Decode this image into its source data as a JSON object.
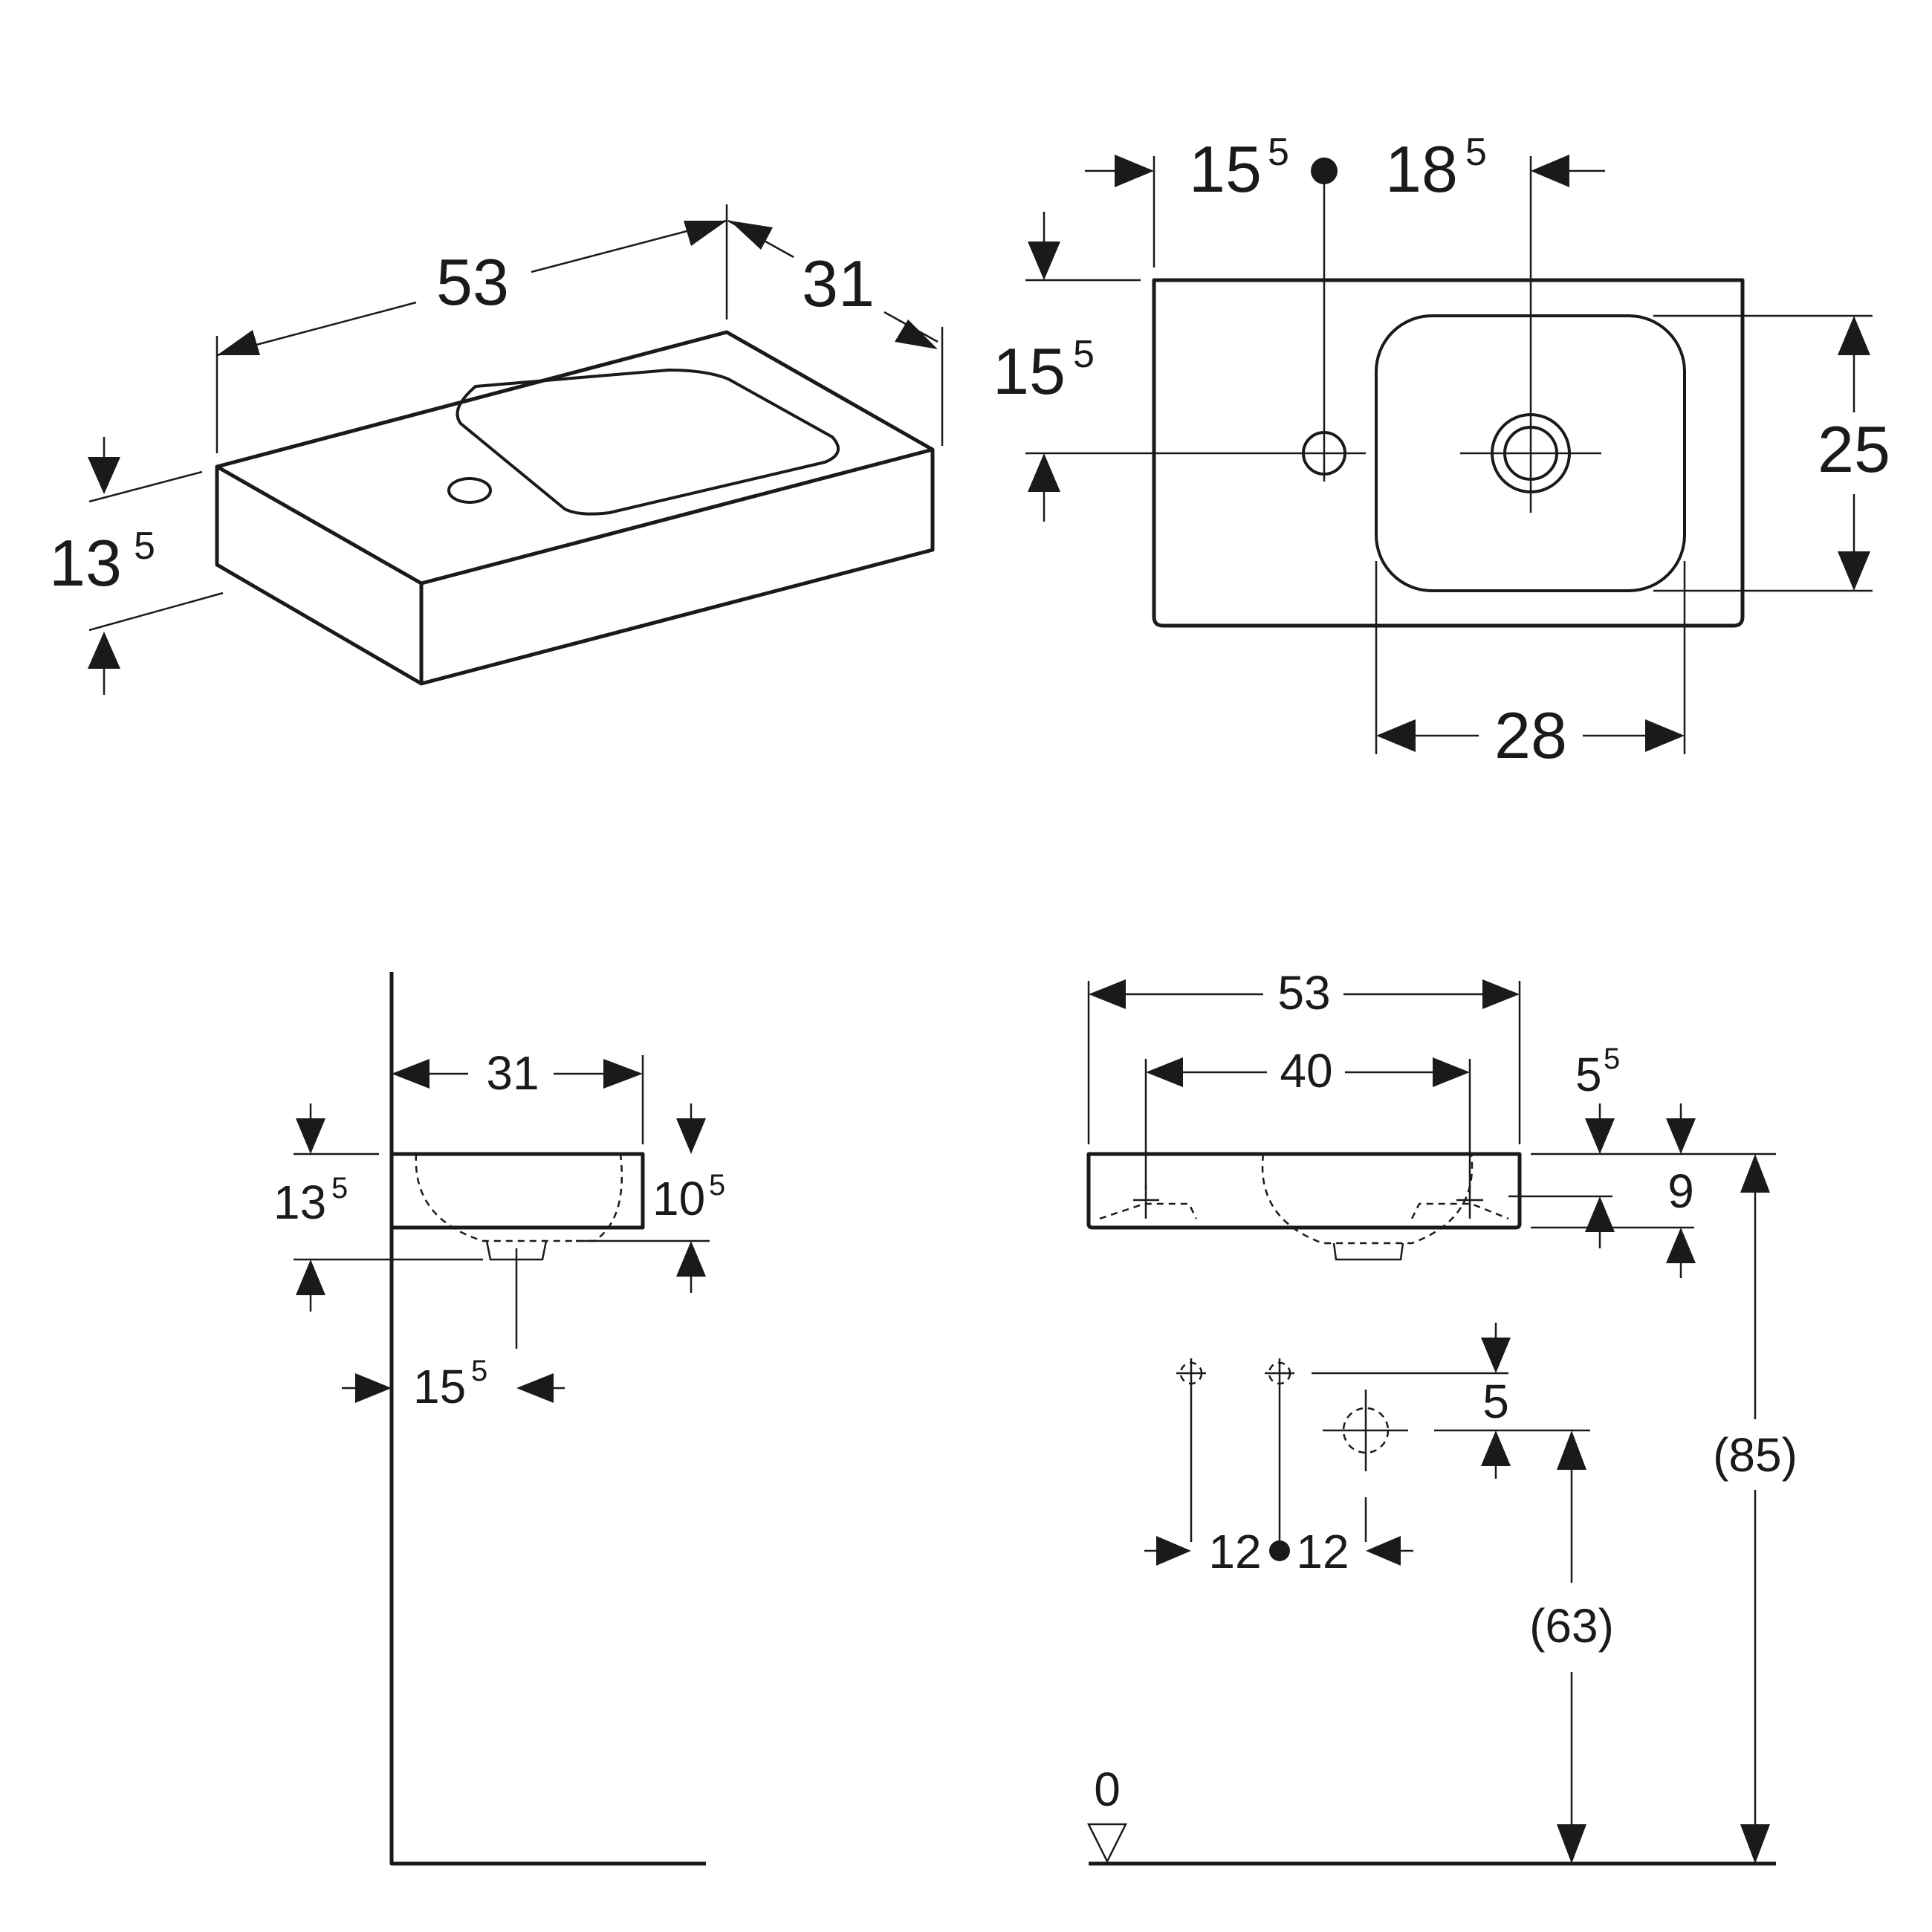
{
  "iso_view": {
    "length": "53",
    "depth": "31",
    "height_main": "13",
    "height_sup": "5"
  },
  "top_view": {
    "tap_offset_left_main": "15",
    "tap_offset_left_sup": "5",
    "drain_offset_main": "18",
    "drain_offset_sup": "5",
    "tap_offset_front_main": "15",
    "tap_offset_front_sup": "5",
    "bowl_depth": "25",
    "bowl_width": "28"
  },
  "side_view": {
    "depth": "31",
    "height_main": "13",
    "height_sup": "5",
    "bowl_height_main": "10",
    "bowl_height_sup": "5",
    "drain_from_wall_main": "15",
    "drain_from_wall_sup": "5"
  },
  "front_view": {
    "overall_width": "53",
    "fixing_spacing": "40",
    "rim_offset_main": "5",
    "rim_offset_sup": "5",
    "fixing_height": "9",
    "supply_offset": "5",
    "supply_left": "12",
    "supply_right": "12",
    "rim_height": "(85)",
    "drain_height": "(63)",
    "floor_level": "0"
  },
  "colors": {
    "line": "#1a1a1a",
    "background": "#ffffff"
  },
  "icons": [
    "floor-level-triangle-icon",
    "axis-cross-icon",
    "drain-circle-icon"
  ]
}
